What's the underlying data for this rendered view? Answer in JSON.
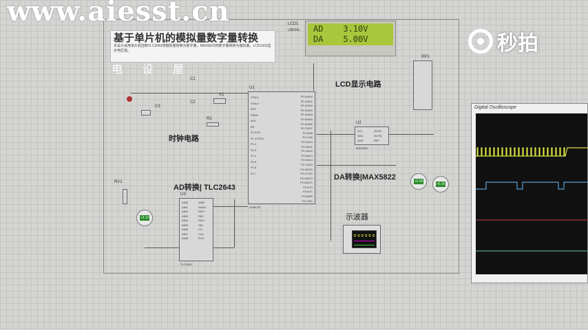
{
  "watermark": {
    "site": "www.aiesst.cn",
    "name": "电 设 屋"
  },
  "brand": {
    "logo_text": "秒拍"
  },
  "title_box": {
    "title": "基于单片机的模拟量数字量转换",
    "description": "本设计采用单片机控制TLC2643将模拟量转换为数字量，MAX5822将数字量转换为模拟量，LCD1602显示电压值。"
  },
  "lcd": {
    "ref": "LCD1",
    "part": "LM016L",
    "line1": "AD    3.10V",
    "line2": "DA    5.00V"
  },
  "labels": {
    "lcd_circuit": "LCD显示电路",
    "clock_circuit": "时钟电路",
    "ad": "AD转换| TLC2643",
    "da": "DA转换|MAX5822",
    "scope": "示波器"
  },
  "components": {
    "u1": "U1",
    "u1_part": "AT89C51",
    "u2": "U2",
    "u2_part": "MAX5822",
    "u3": "U3",
    "u3_part": "TLC2543",
    "rv1": "RV1",
    "rp1": "RP1",
    "c1": "C1",
    "c2": "C2",
    "c3": "C3",
    "r2": "R2",
    "xtal": "X1"
  },
  "u1_pins_left": [
    "XTAL1",
    "XTAL2",
    "RST",
    "PSEN",
    "ALE",
    "EA",
    "P1.0/T2",
    "P1.1/T2EX",
    "P1.2",
    "P1.3",
    "P1.4",
    "P1.5",
    "P1.6",
    "P1.7"
  ],
  "u1_pins_right": [
    "P0.0/AD0",
    "P0.1/AD1",
    "P0.2/AD2",
    "P0.3/AD3",
    "P0.4/AD4",
    "P0.5/AD5",
    "P0.6/AD6",
    "P0.7/AD7",
    "P2.0/A8",
    "P2.1/A9",
    "P2.2/A10",
    "P2.3/A11",
    "P2.4/A12",
    "P2.5/A13",
    "P2.6/A14",
    "P2.7/A15",
    "P3.0/RXD",
    "P3.1/TXD",
    "P3.2/INT0",
    "P3.3/INT1",
    "P3.4/T0",
    "P3.5/T1",
    "P3.6/WR",
    "P3.7/RD"
  ],
  "u2_pins": [
    "SCL",
    "SDA",
    "ADD",
    "OUTA",
    "OUTB",
    "REF"
  ],
  "u3_pins": [
    "AIN0",
    "AIN1",
    "AIN2",
    "AIN3",
    "AIN4",
    "AIN5",
    "AIN6",
    "AIN7",
    "AIN8",
    "AIN9",
    "AIN10",
    "REF+",
    "REF-",
    "SDO",
    "SDI",
    "CS",
    "CLK",
    "EOC"
  ],
  "voltmeters": [
    "+3.10",
    "+5.00",
    "+5.00"
  ],
  "oscilloscope": {
    "title": "Digital Oscilloscope",
    "channels": [
      {
        "color": "#d8e040"
      },
      {
        "color": "#5aa0d8"
      },
      {
        "color": "#c0404a"
      },
      {
        "color": "#6ac0a0"
      }
    ]
  }
}
